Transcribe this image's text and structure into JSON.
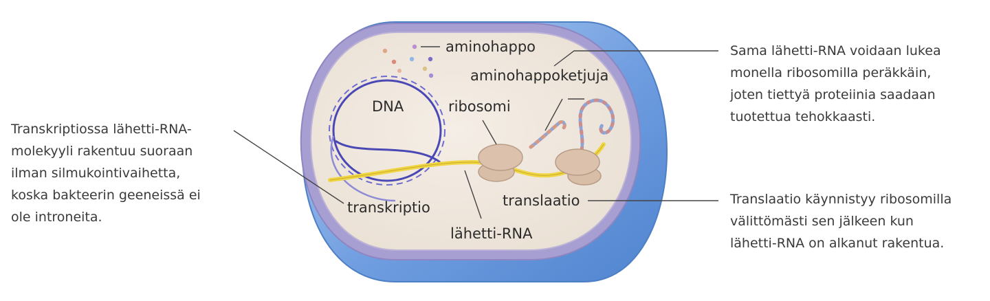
{
  "labels": {
    "aminohappo": "aminohappo",
    "aminohappoketjuja": "aminohappoketjuja",
    "dna": "DNA",
    "ribosomi": "ribosomi",
    "transkriptio": "transkriptio",
    "translaatio": "translaatio",
    "lahetti_rna": "lähetti-RNA"
  },
  "notes": {
    "left": [
      "Transkriptiossa lähetti-RNA-",
      "molekyyli rakentuu suoraan",
      "ilman silmukointivaihetta,",
      "koska bakteerin geeneissä ei",
      "ole introneita."
    ],
    "top_right": [
      "Sama lähetti-RNA voidaan lukea",
      "monella ribosomilla peräkkäin,",
      "joten tiettyä proteiinia saadaan",
      "tuotettua tehokkaasti."
    ],
    "bottom_right": [
      "Translaatio käynnistyy ribosomilla",
      "välittömästi sen jälkeen kun",
      "lähetti-RNA on alkanut rakentua."
    ]
  },
  "colors": {
    "capsule": "#5b8fd6",
    "capsule_light": "#a9c8ee",
    "membrane": "#a79fd1",
    "cytoplasm": "#efe6dc",
    "dna": "#4a48b5",
    "mrna": "#f0d645",
    "ribosome": "#d8bda7",
    "leader": "#444444"
  },
  "icons": [
    "bacterial-cell-icon",
    "dna-helix-icon",
    "ribosome-icon",
    "amino-acid-dot-icon"
  ]
}
